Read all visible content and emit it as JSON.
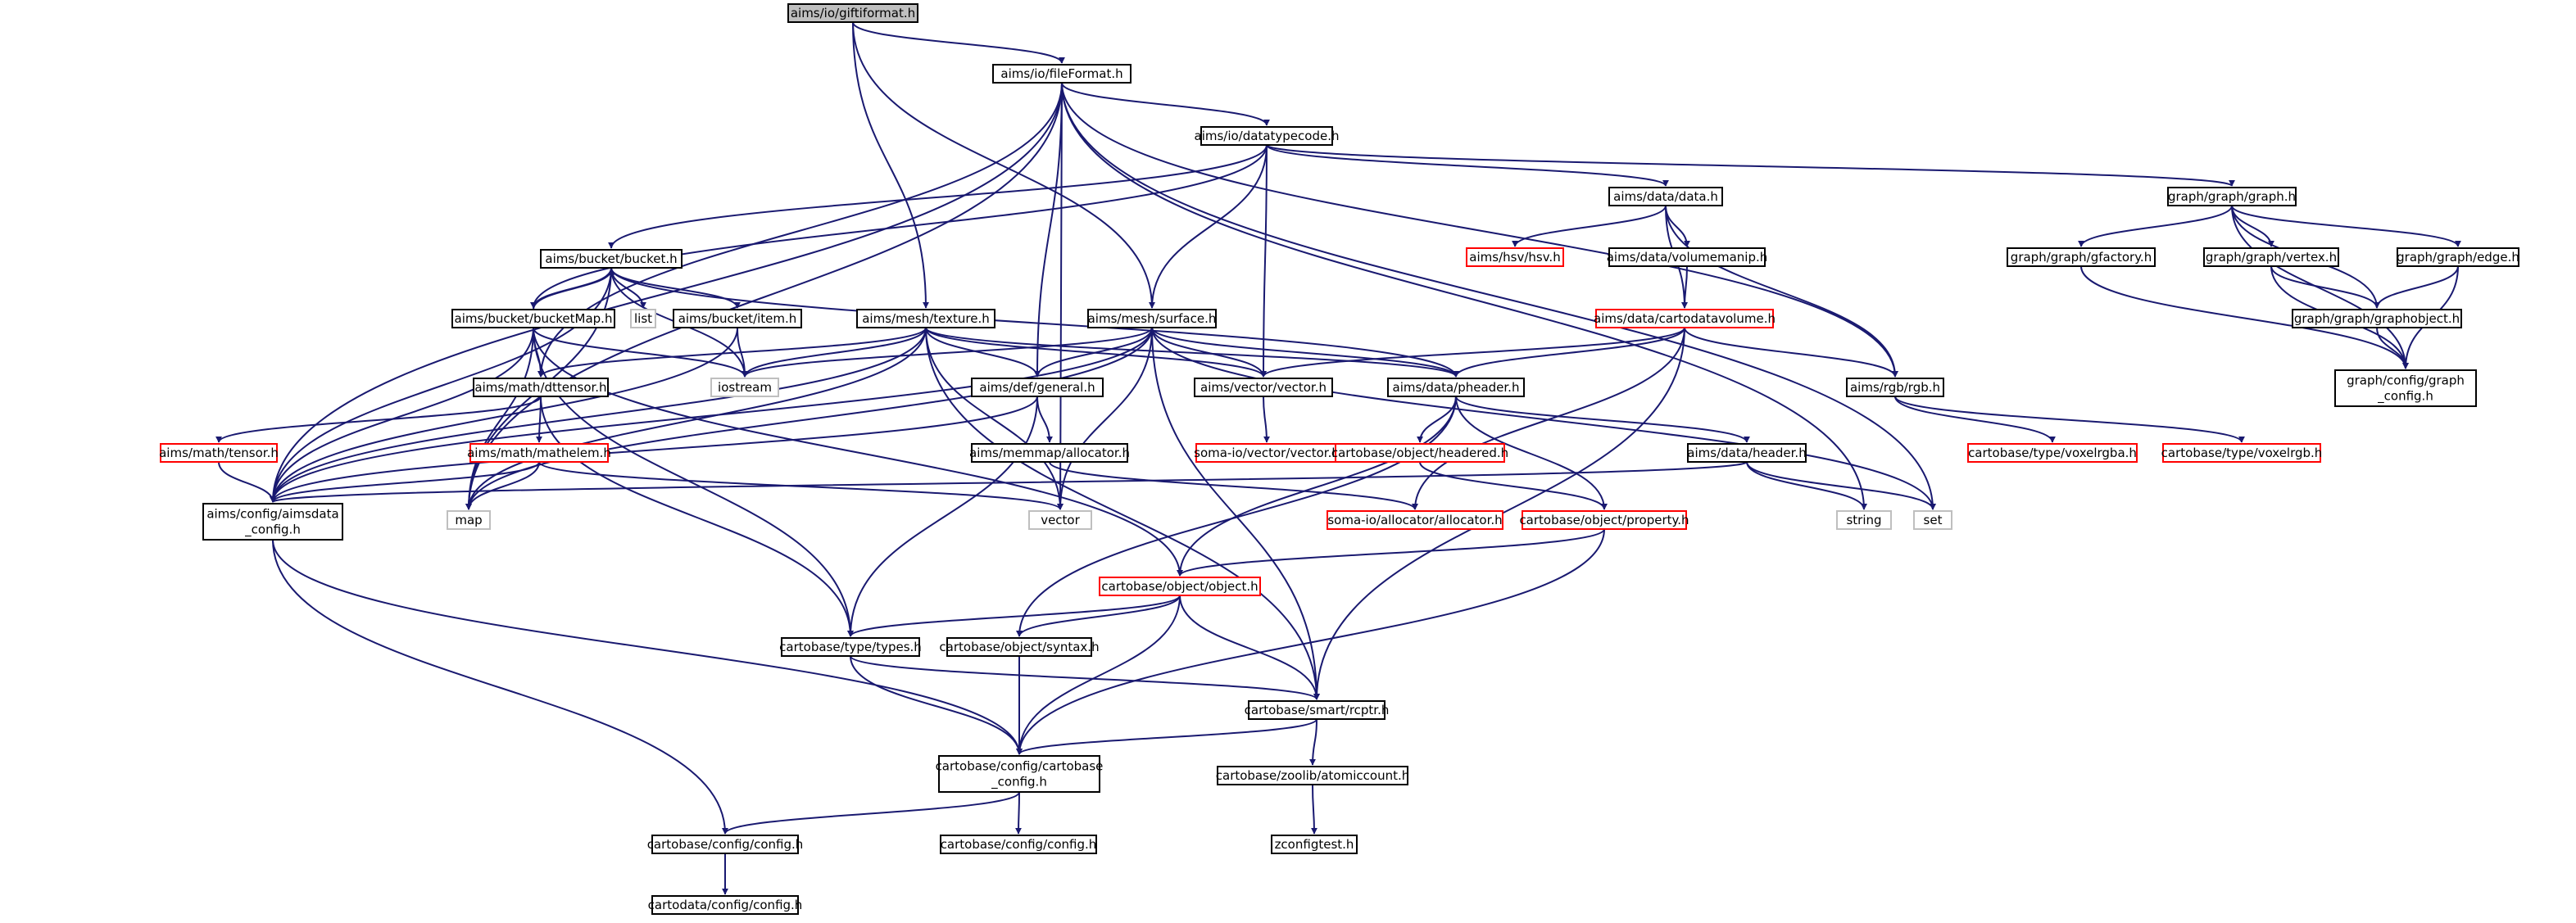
{
  "nodes": [
    {
      "id": "root",
      "label": [
        "aims/io/giftiformat.h"
      ],
      "style": "root"
    },
    {
      "id": "fileformat",
      "label": [
        "aims/io/fileFormat.h"
      ],
      "style": "normal"
    },
    {
      "id": "datatypecode",
      "label": [
        "aims/io/datatypecode.h"
      ],
      "style": "normal"
    },
    {
      "id": "bucket",
      "label": [
        "aims/bucket/bucket.h"
      ],
      "style": "normal"
    },
    {
      "id": "bucketmap",
      "label": [
        "aims/bucket/bucketMap.h"
      ],
      "style": "normal"
    },
    {
      "id": "list",
      "label": [
        "list"
      ],
      "style": "sys"
    },
    {
      "id": "item",
      "label": [
        "aims/bucket/item.h"
      ],
      "style": "normal"
    },
    {
      "id": "texture",
      "label": [
        "aims/mesh/texture.h"
      ],
      "style": "normal"
    },
    {
      "id": "surface",
      "label": [
        "aims/mesh/surface.h"
      ],
      "style": "normal"
    },
    {
      "id": "datadata",
      "label": [
        "aims/data/data.h"
      ],
      "style": "normal"
    },
    {
      "id": "hsv",
      "label": [
        "aims/hsv/hsv.h"
      ],
      "style": "red"
    },
    {
      "id": "volumemanip",
      "label": [
        "aims/data/volumemanip.h"
      ],
      "style": "normal"
    },
    {
      "id": "cartodatavolume",
      "label": [
        "aims/data/cartodatavolume.h"
      ],
      "style": "red"
    },
    {
      "id": "graph",
      "label": [
        "graph/graph/graph.h"
      ],
      "style": "normal"
    },
    {
      "id": "gfactory",
      "label": [
        "graph/graph/gfactory.h"
      ],
      "style": "normal"
    },
    {
      "id": "vertex",
      "label": [
        "graph/graph/vertex.h"
      ],
      "style": "normal"
    },
    {
      "id": "edge",
      "label": [
        "graph/graph/edge.h"
      ],
      "style": "normal"
    },
    {
      "id": "graphobject",
      "label": [
        "graph/graph/graphobject.h"
      ],
      "style": "normal"
    },
    {
      "id": "graphconfig",
      "label": [
        "graph/config/graph",
        "_config.h"
      ],
      "style": "normal"
    },
    {
      "id": "iostream",
      "label": [
        "iostream"
      ],
      "style": "sys"
    },
    {
      "id": "dttensor",
      "label": [
        "aims/math/dttensor.h"
      ],
      "style": "normal"
    },
    {
      "id": "defgeneral",
      "label": [
        "aims/def/general.h"
      ],
      "style": "normal"
    },
    {
      "id": "vector_h",
      "label": [
        "aims/vector/vector.h"
      ],
      "style": "normal"
    },
    {
      "id": "pheader",
      "label": [
        "aims/data/pheader.h"
      ],
      "style": "normal"
    },
    {
      "id": "rgb",
      "label": [
        "aims/rgb/rgb.h"
      ],
      "style": "normal"
    },
    {
      "id": "tensor",
      "label": [
        "aims/math/tensor.h"
      ],
      "style": "red"
    },
    {
      "id": "mathelem",
      "label": [
        "aims/math/mathelem.h"
      ],
      "style": "red"
    },
    {
      "id": "allocator",
      "label": [
        "aims/memmap/allocator.h"
      ],
      "style": "normal"
    },
    {
      "id": "somavector",
      "label": [
        "soma-io/vector/vector.h"
      ],
      "style": "red"
    },
    {
      "id": "headered",
      "label": [
        "cartobase/object/headered.h"
      ],
      "style": "red"
    },
    {
      "id": "dataheader",
      "label": [
        "aims/data/header.h"
      ],
      "style": "normal"
    },
    {
      "id": "voxelrgba",
      "label": [
        "cartobase/type/voxelrgba.h"
      ],
      "style": "red"
    },
    {
      "id": "voxelrgb",
      "label": [
        "cartobase/type/voxelrgb.h"
      ],
      "style": "red"
    },
    {
      "id": "aimsdataconfig",
      "label": [
        "aims/config/aimsdata",
        "_config.h"
      ],
      "style": "normal"
    },
    {
      "id": "map",
      "label": [
        "map"
      ],
      "style": "sys"
    },
    {
      "id": "vector",
      "label": [
        "vector"
      ],
      "style": "sys"
    },
    {
      "id": "somaallocator",
      "label": [
        "soma-io/allocator/allocator.h"
      ],
      "style": "red"
    },
    {
      "id": "property",
      "label": [
        "cartobase/object/property.h"
      ],
      "style": "red"
    },
    {
      "id": "string",
      "label": [
        "string"
      ],
      "style": "sys"
    },
    {
      "id": "set",
      "label": [
        "set"
      ],
      "style": "sys"
    },
    {
      "id": "object",
      "label": [
        "cartobase/object/object.h"
      ],
      "style": "red"
    },
    {
      "id": "types",
      "label": [
        "cartobase/type/types.h"
      ],
      "style": "normal"
    },
    {
      "id": "syntax",
      "label": [
        "cartobase/object/syntax.h"
      ],
      "style": "normal"
    },
    {
      "id": "rcptr",
      "label": [
        "cartobase/smart/rcptr.h"
      ],
      "style": "normal"
    },
    {
      "id": "cartobaseconfig",
      "label": [
        "cartobase/config/cartobase",
        "_config.h"
      ],
      "style": "normal"
    },
    {
      "id": "atomiccount",
      "label": [
        "cartobase/zoolib/atomiccount.h"
      ],
      "style": "normal"
    },
    {
      "id": "configA",
      "label": [
        "cartobase/config/config.h"
      ],
      "style": "normal"
    },
    {
      "id": "configB",
      "label": [
        "cartobase/config/config.h"
      ],
      "style": "normal"
    },
    {
      "id": "zconfigtest",
      "label": [
        "zconfigtest.h"
      ],
      "style": "normal"
    },
    {
      "id": "cartodataconfig",
      "label": [
        "cartodata/config/config.h"
      ],
      "style": "normal"
    }
  ],
  "edges": [
    [
      "root",
      "fileformat"
    ],
    [
      "root",
      "texture"
    ],
    [
      "root",
      "surface"
    ],
    [
      "fileformat",
      "datatypecode"
    ],
    [
      "fileformat",
      "aimsdataconfig"
    ],
    [
      "fileformat",
      "defgeneral"
    ],
    [
      "fileformat",
      "dttensor"
    ],
    [
      "fileformat",
      "rgb"
    ],
    [
      "fileformat",
      "set"
    ],
    [
      "fileformat",
      "string"
    ],
    [
      "fileformat",
      "vector"
    ],
    [
      "fileformat",
      "map"
    ],
    [
      "datatypecode",
      "bucket"
    ],
    [
      "datatypecode",
      "surface"
    ],
    [
      "datatypecode",
      "datadata"
    ],
    [
      "datatypecode",
      "graph"
    ],
    [
      "datatypecode",
      "vector_h"
    ],
    [
      "datatypecode",
      "bucketmap"
    ],
    [
      "bucket",
      "bucketmap"
    ],
    [
      "bucket",
      "list"
    ],
    [
      "bucket",
      "item"
    ],
    [
      "bucket",
      "iostream"
    ],
    [
      "bucket",
      "pheader"
    ],
    [
      "bucket",
      "map"
    ],
    [
      "bucket",
      "aimsdataconfig"
    ],
    [
      "bucketmap",
      "bucket"
    ],
    [
      "bucketmap",
      "dttensor"
    ],
    [
      "bucketmap",
      "iostream"
    ],
    [
      "bucketmap",
      "map"
    ],
    [
      "bucketmap",
      "aimsdataconfig"
    ],
    [
      "bucketmap",
      "object"
    ],
    [
      "bucketmap",
      "types"
    ],
    [
      "item",
      "iostream"
    ],
    [
      "item",
      "aimsdataconfig"
    ],
    [
      "texture",
      "dttensor"
    ],
    [
      "texture",
      "defgeneral"
    ],
    [
      "texture",
      "vector_h"
    ],
    [
      "texture",
      "pheader"
    ],
    [
      "texture",
      "iostream"
    ],
    [
      "texture",
      "vector"
    ],
    [
      "texture",
      "map"
    ],
    [
      "texture",
      "aimsdataconfig"
    ],
    [
      "texture",
      "rcptr"
    ],
    [
      "surface",
      "defgeneral"
    ],
    [
      "surface",
      "vector_h"
    ],
    [
      "surface",
      "pheader"
    ],
    [
      "surface",
      "iostream"
    ],
    [
      "surface",
      "vector"
    ],
    [
      "surface",
      "map"
    ],
    [
      "surface",
      "aimsdataconfig"
    ],
    [
      "surface",
      "rcptr"
    ],
    [
      "surface",
      "set"
    ],
    [
      "datadata",
      "hsv"
    ],
    [
      "datadata",
      "volumemanip"
    ],
    [
      "datadata",
      "cartodatavolume"
    ],
    [
      "datadata",
      "rgb"
    ],
    [
      "volumemanip",
      "cartodatavolume"
    ],
    [
      "cartodatavolume",
      "pheader"
    ],
    [
      "cartodatavolume",
      "rgb"
    ],
    [
      "cartodatavolume",
      "vector_h"
    ],
    [
      "cartodatavolume",
      "somaallocator"
    ],
    [
      "cartodatavolume",
      "rcptr"
    ],
    [
      "graph",
      "gfactory"
    ],
    [
      "graph",
      "vertex"
    ],
    [
      "graph",
      "edge"
    ],
    [
      "graph",
      "graphobject"
    ],
    [
      "graph",
      "graphconfig"
    ],
    [
      "gfactory",
      "graphconfig"
    ],
    [
      "vertex",
      "graphobject"
    ],
    [
      "vertex",
      "graphconfig"
    ],
    [
      "edge",
      "graphobject"
    ],
    [
      "edge",
      "graphconfig"
    ],
    [
      "graphobject",
      "graphconfig"
    ],
    [
      "dttensor",
      "tensor"
    ],
    [
      "dttensor",
      "mathelem"
    ],
    [
      "dttensor",
      "types"
    ],
    [
      "defgeneral",
      "allocator"
    ],
    [
      "defgeneral",
      "aimsdataconfig"
    ],
    [
      "defgeneral",
      "types"
    ],
    [
      "vector_h",
      "somavector"
    ],
    [
      "pheader",
      "headered"
    ],
    [
      "pheader",
      "dataheader"
    ],
    [
      "pheader",
      "property"
    ],
    [
      "pheader",
      "syntax"
    ],
    [
      "pheader",
      "object"
    ],
    [
      "rgb",
      "voxelrgba"
    ],
    [
      "rgb",
      "voxelrgb"
    ],
    [
      "tensor",
      "aimsdataconfig"
    ],
    [
      "mathelem",
      "aimsdataconfig"
    ],
    [
      "mathelem",
      "map"
    ],
    [
      "mathelem",
      "vector"
    ],
    [
      "allocator",
      "somaallocator"
    ],
    [
      "headered",
      "property"
    ],
    [
      "dataheader",
      "aimsdataconfig"
    ],
    [
      "dataheader",
      "string"
    ],
    [
      "dataheader",
      "set"
    ],
    [
      "property",
      "object"
    ],
    [
      "property",
      "cartobaseconfig"
    ],
    [
      "object",
      "types"
    ],
    [
      "object",
      "syntax"
    ],
    [
      "object",
      "rcptr"
    ],
    [
      "object",
      "cartobaseconfig"
    ],
    [
      "types",
      "rcptr"
    ],
    [
      "types",
      "cartobaseconfig"
    ],
    [
      "syntax",
      "cartobaseconfig"
    ],
    [
      "rcptr",
      "cartobaseconfig"
    ],
    [
      "rcptr",
      "atomiccount"
    ],
    [
      "atomiccount",
      "zconfigtest"
    ],
    [
      "aimsdataconfig",
      "cartobaseconfig"
    ],
    [
      "aimsdataconfig",
      "configA"
    ],
    [
      "cartobaseconfig",
      "configA"
    ],
    [
      "cartobaseconfig",
      "configB"
    ],
    [
      "configA",
      "cartodataconfig"
    ]
  ]
}
